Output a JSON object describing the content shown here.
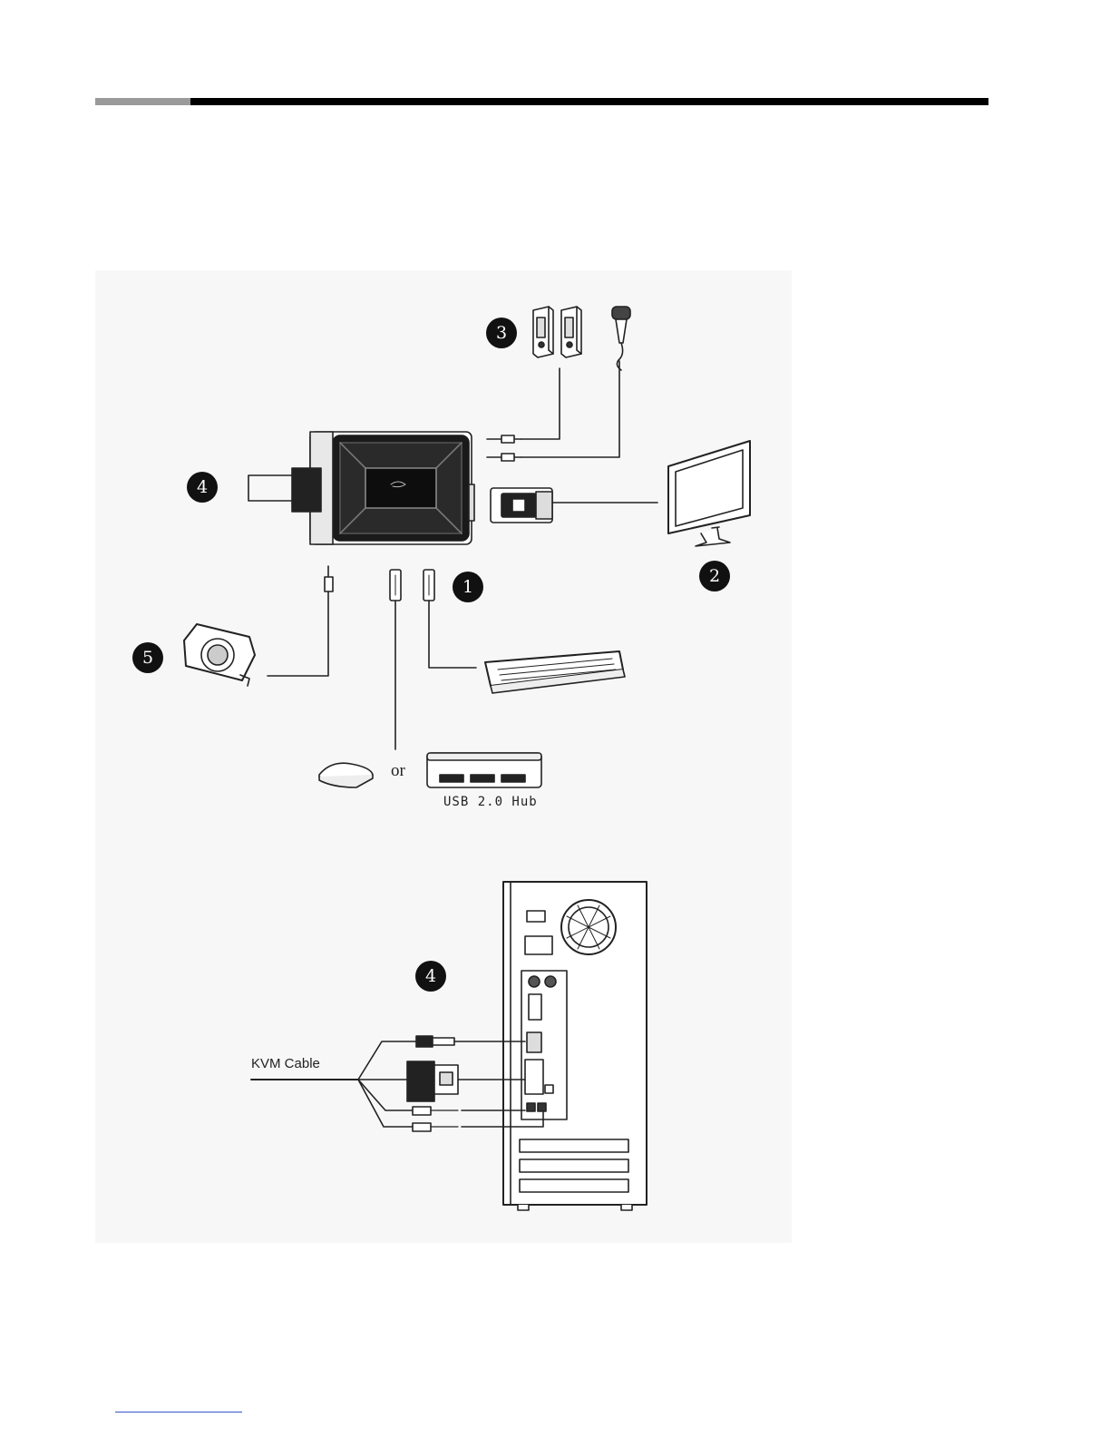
{
  "callouts": {
    "one": "1",
    "two": "2",
    "three": "3",
    "four_top": "4",
    "five": "5",
    "four_bottom": "4"
  },
  "labels": {
    "or": "or",
    "usb_hub": "USB 2.0 Hub",
    "kvm_cable": "KVM Cable"
  },
  "colors": {
    "callout_fill": "#111111",
    "figure_background": "#f7f7f7",
    "rule_black": "#000000",
    "rule_gray": "#9a9a9a"
  }
}
